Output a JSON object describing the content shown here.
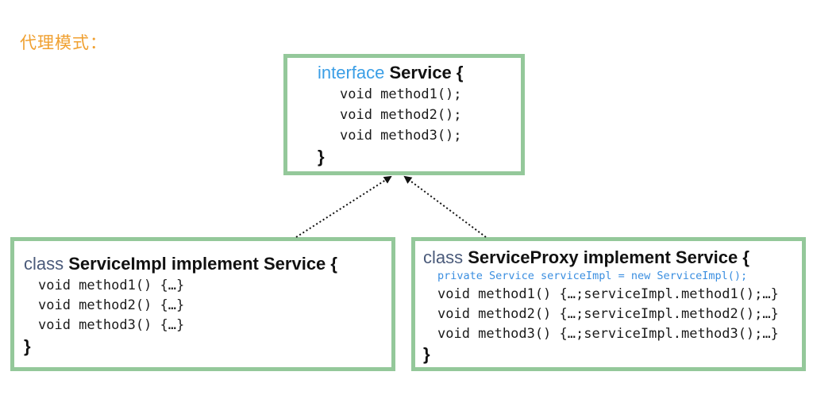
{
  "title": "代理模式：",
  "interface_box": {
    "keyword": "interface",
    "name": " Service {",
    "methods": [
      "void method1();",
      "void method2();",
      "void method3();"
    ],
    "closing": "}"
  },
  "impl_box": {
    "keyword": "class",
    "name": " ServiceImpl implement Service {",
    "methods": [
      "void method1() {…}",
      "void method2() {…}",
      "void method3() {…}"
    ],
    "closing": "}"
  },
  "proxy_box": {
    "keyword": "class",
    "name": " ServiceProxy implement Service {",
    "field": "private Service serviceImpl = new ServiceImpl();",
    "methods": [
      "void method1() {…;serviceImpl.method1();…}",
      "void method2() {…;serviceImpl.method2();…}",
      "void method3() {…;serviceImpl.method3();…}"
    ],
    "closing": "}"
  },
  "colors": {
    "title": "#f0a030",
    "box_border": "#94c89a",
    "interface_keyword": "#3a9ee6",
    "class_keyword": "#4a5a7a",
    "field_text": "#3a8ee0",
    "arrow": "#111111"
  }
}
